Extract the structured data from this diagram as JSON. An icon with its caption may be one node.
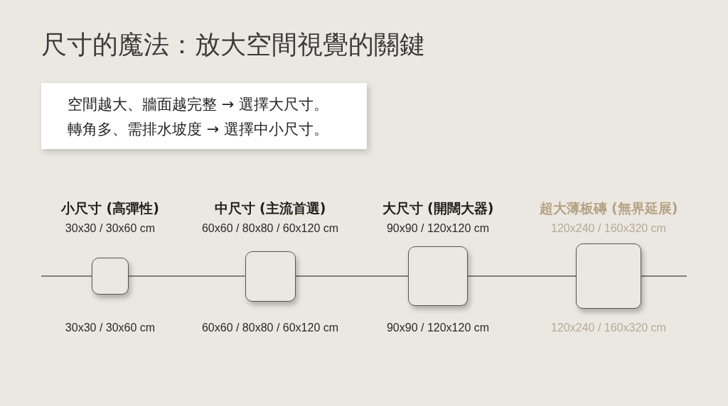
{
  "diagram": {
    "title": "尺寸的魔法：放大空間視覺的關鍵",
    "nodes": [
      {
        "text": [
          "空間越大、牆面越完整 → 選擇大尺寸。",
          "轉角多、需排水坡度 → 選擇中小尺寸。"
        ]
      },
      {
        "text": [],
        "shape": "box",
        "beside": [
          "小尺寸 (高彈性)",
          "30x30 / 30x60 cm",
          "30x30 / 30x60 cm"
        ]
      },
      {
        "text": [],
        "shape": "box",
        "beside": [
          "中尺寸 (主流首選)",
          "60x60 / 80x80 / 60x120 cm",
          "60x60 / 80x80 / 60x120 cm"
        ]
      },
      {
        "text": [],
        "shape": "box",
        "beside": [
          "大尺寸 (開闊大器)",
          "90x90 / 120x120 cm",
          "90x90 / 120x120 cm"
        ]
      },
      {
        "text": [],
        "shape": "box",
        "beside": [
          "超大薄板磚 (無界延展)",
          "120x240 / 160x320 cm",
          "120x240 / 160x320 cm"
        ]
      }
    ],
    "edges": [
      {
        "from": null,
        "to": 1,
        "arrow": "none"
      },
      {
        "from": 1,
        "to": 2,
        "arrow": "none"
      },
      {
        "from": 2,
        "to": 3,
        "arrow": "none"
      },
      {
        "from": 3,
        "to": 4,
        "arrow": "none"
      },
      {
        "from": 4,
        "to": null,
        "arrow": "none"
      }
    ]
  }
}
